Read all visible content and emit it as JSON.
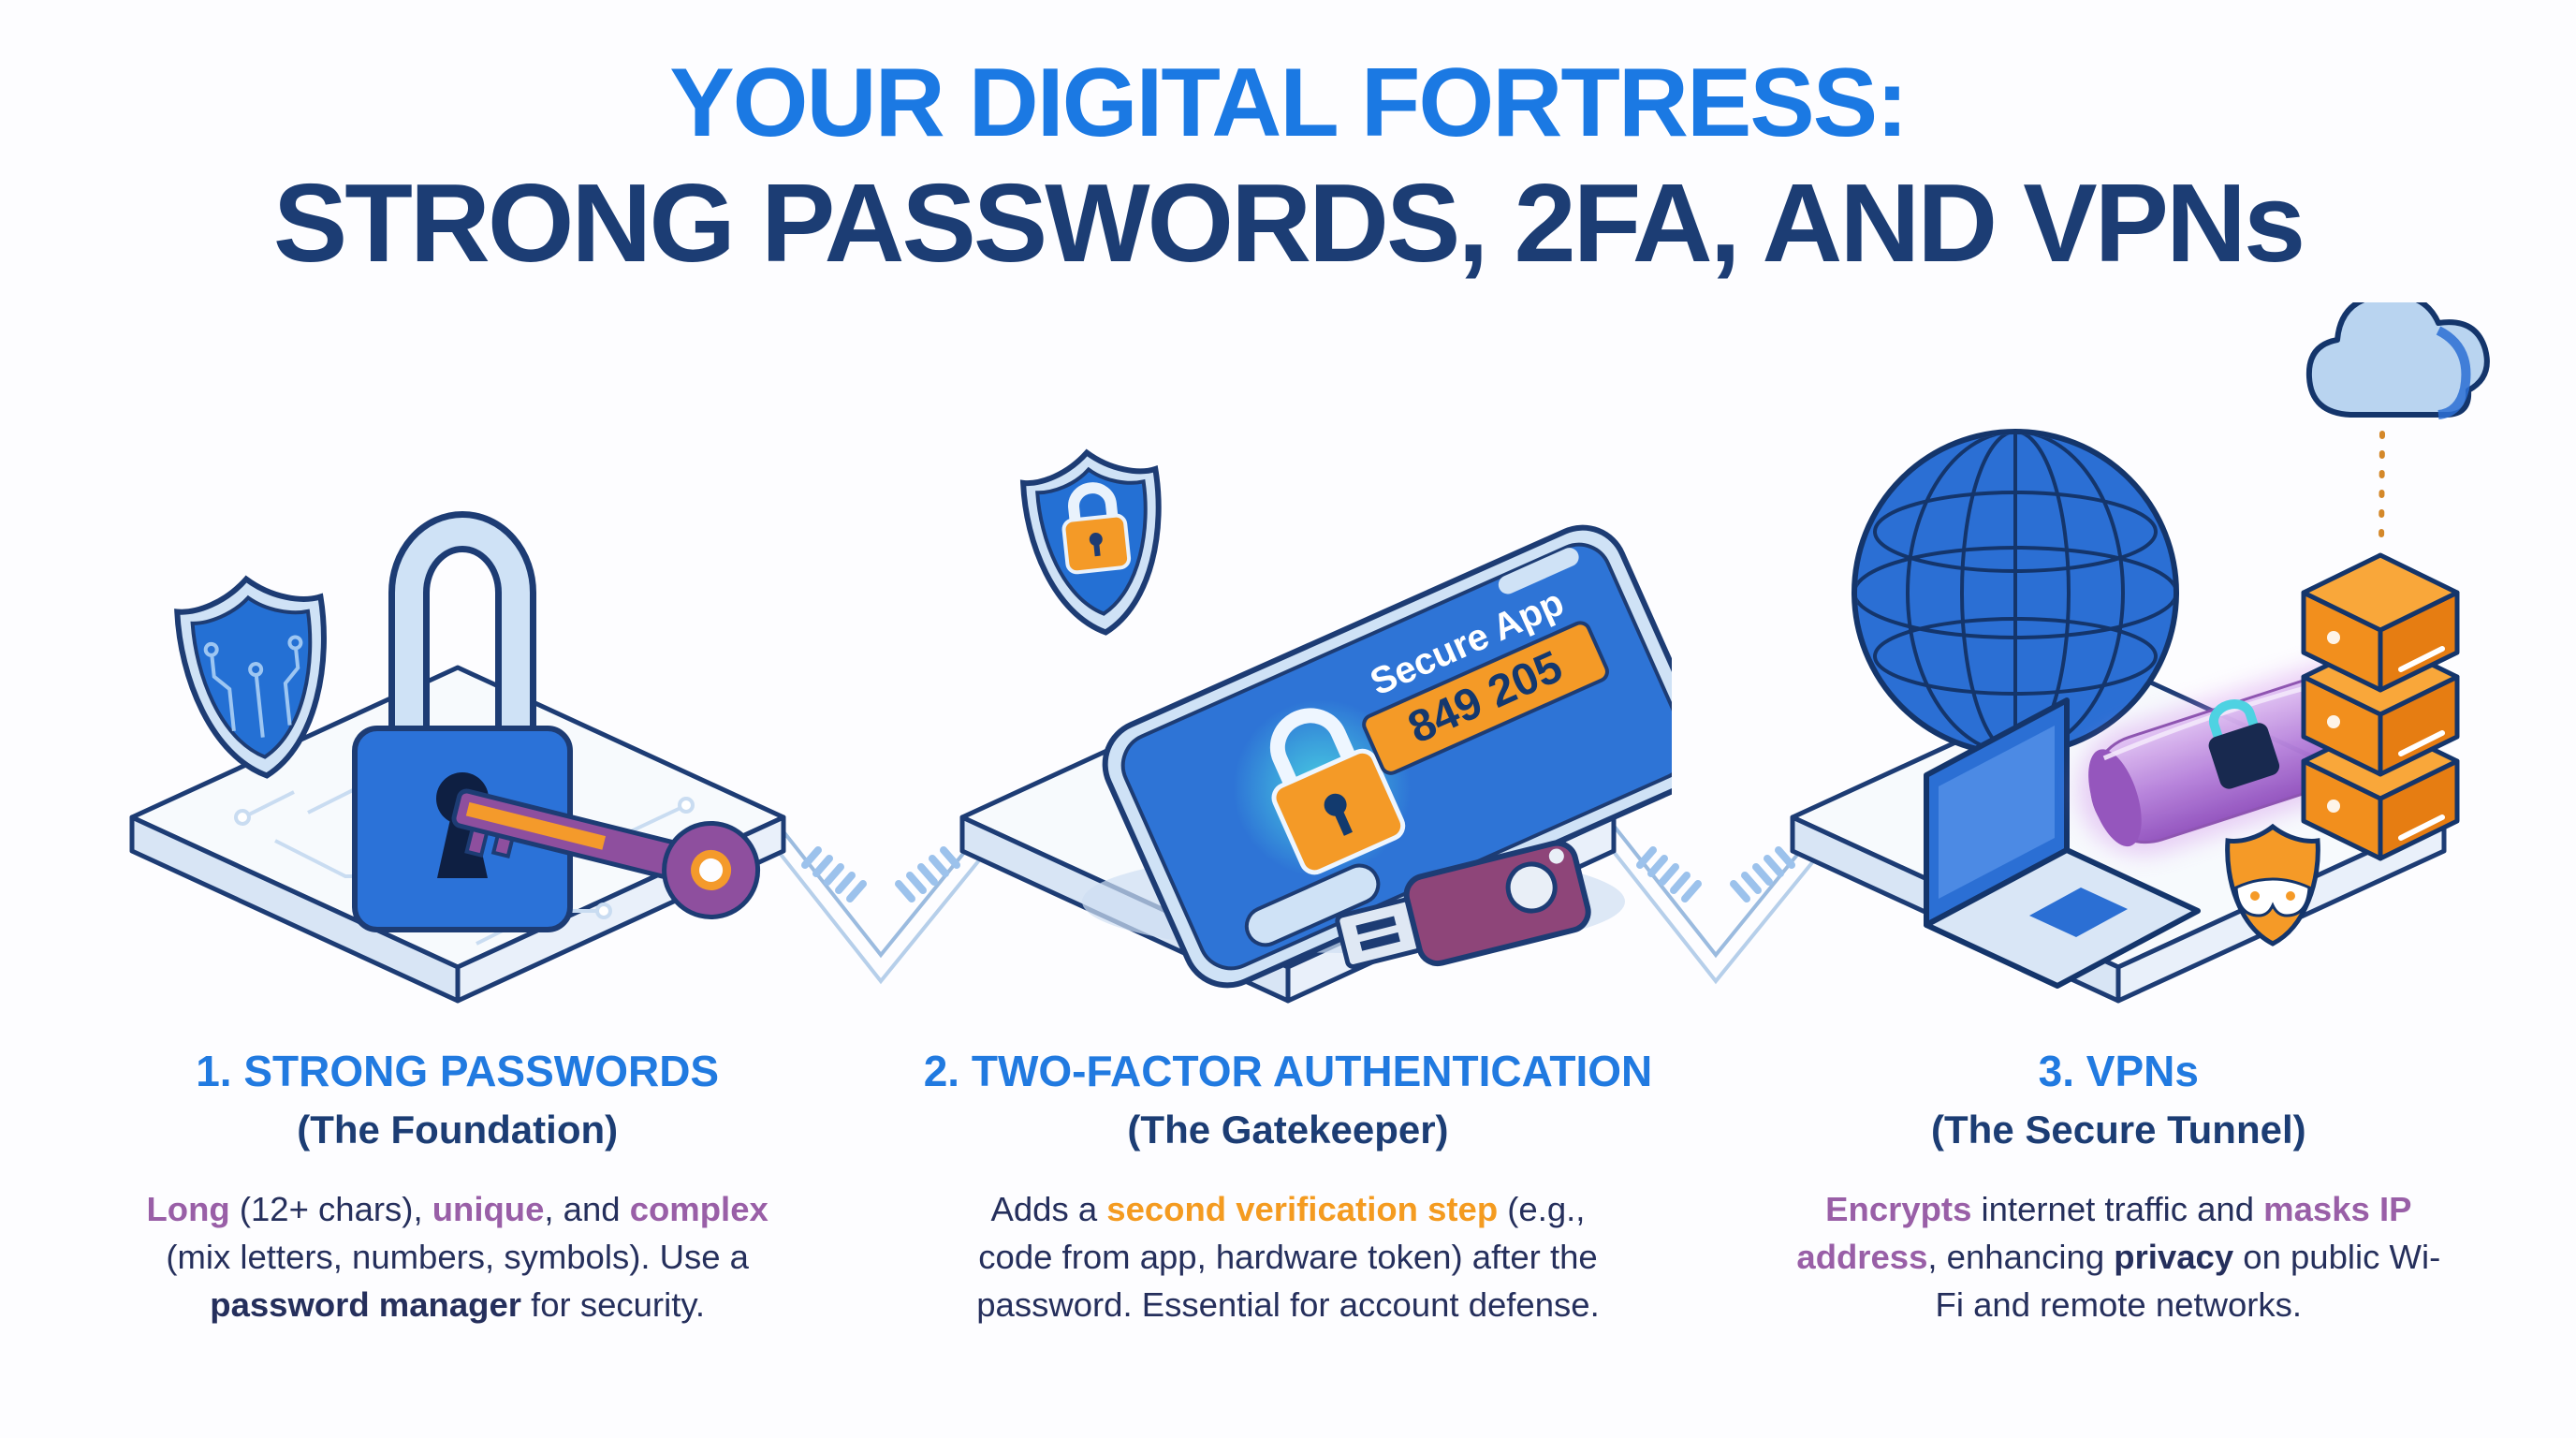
{
  "palette": {
    "title_blue": "#1b79e3",
    "navy": "#1c3d74",
    "body_text": "#252f5c",
    "highlight_purple": "#995fa7",
    "highlight_orange": "#f49b20",
    "illustration_blue": "#2b72d8",
    "light_blue": "#cfe2f6",
    "platform_white": "#f7fafd",
    "key_purple": "#8e4f9e",
    "usb_purple": "#8e4579",
    "server_orange": "#f49a27",
    "tunnel_purple": "#b07fd8",
    "glow_teal": "#49d0e2"
  },
  "title": {
    "line1": "YOUR DIGITAL FORTRESS:",
    "line2": "STRONG PASSWORDS, 2FA, AND VPNs"
  },
  "sections": [
    {
      "id": "strong-passwords",
      "heading": "1. STRONG PASSWORDS",
      "subheading": "(The Foundation)",
      "body": [
        {
          "t": "Long",
          "s": "purple"
        },
        {
          "t": " (12+ chars), ",
          "s": "plain"
        },
        {
          "t": "unique",
          "s": "purple"
        },
        {
          "t": ", and ",
          "s": "plain"
        },
        {
          "t": "complex",
          "s": "purple"
        },
        {
          "t": " (mix letters, numbers, symbols). Use a ",
          "s": "plain"
        },
        {
          "t": "password manager",
          "s": "bold"
        },
        {
          "t": " for security.",
          "s": "plain"
        }
      ],
      "illustration": {}
    },
    {
      "id": "two-factor-authentication",
      "heading": "2. TWO-FACTOR AUTHENTICATION",
      "subheading": "(The Gatekeeper)",
      "body": [
        {
          "t": "Adds a ",
          "s": "plain"
        },
        {
          "t": "second verification step",
          "s": "orange"
        },
        {
          "t": " (e.g., code from app, hardware token) after the password. Essential for account defense.",
          "s": "plain"
        }
      ],
      "illustration": {
        "app_label": "Secure App",
        "code": "849 205"
      }
    },
    {
      "id": "vpns",
      "heading": "3. VPNs",
      "subheading": "(The Secure Tunnel)",
      "body": [
        {
          "t": "Encrypts",
          "s": "purple"
        },
        {
          "t": " internet traffic and ",
          "s": "plain"
        },
        {
          "t": "masks IP address",
          "s": "purple"
        },
        {
          "t": ", enhancing ",
          "s": "plain"
        },
        {
          "t": "privacy",
          "s": "bold"
        },
        {
          "t": " on public Wi-Fi and remote networks.",
          "s": "plain"
        }
      ],
      "illustration": {}
    }
  ]
}
